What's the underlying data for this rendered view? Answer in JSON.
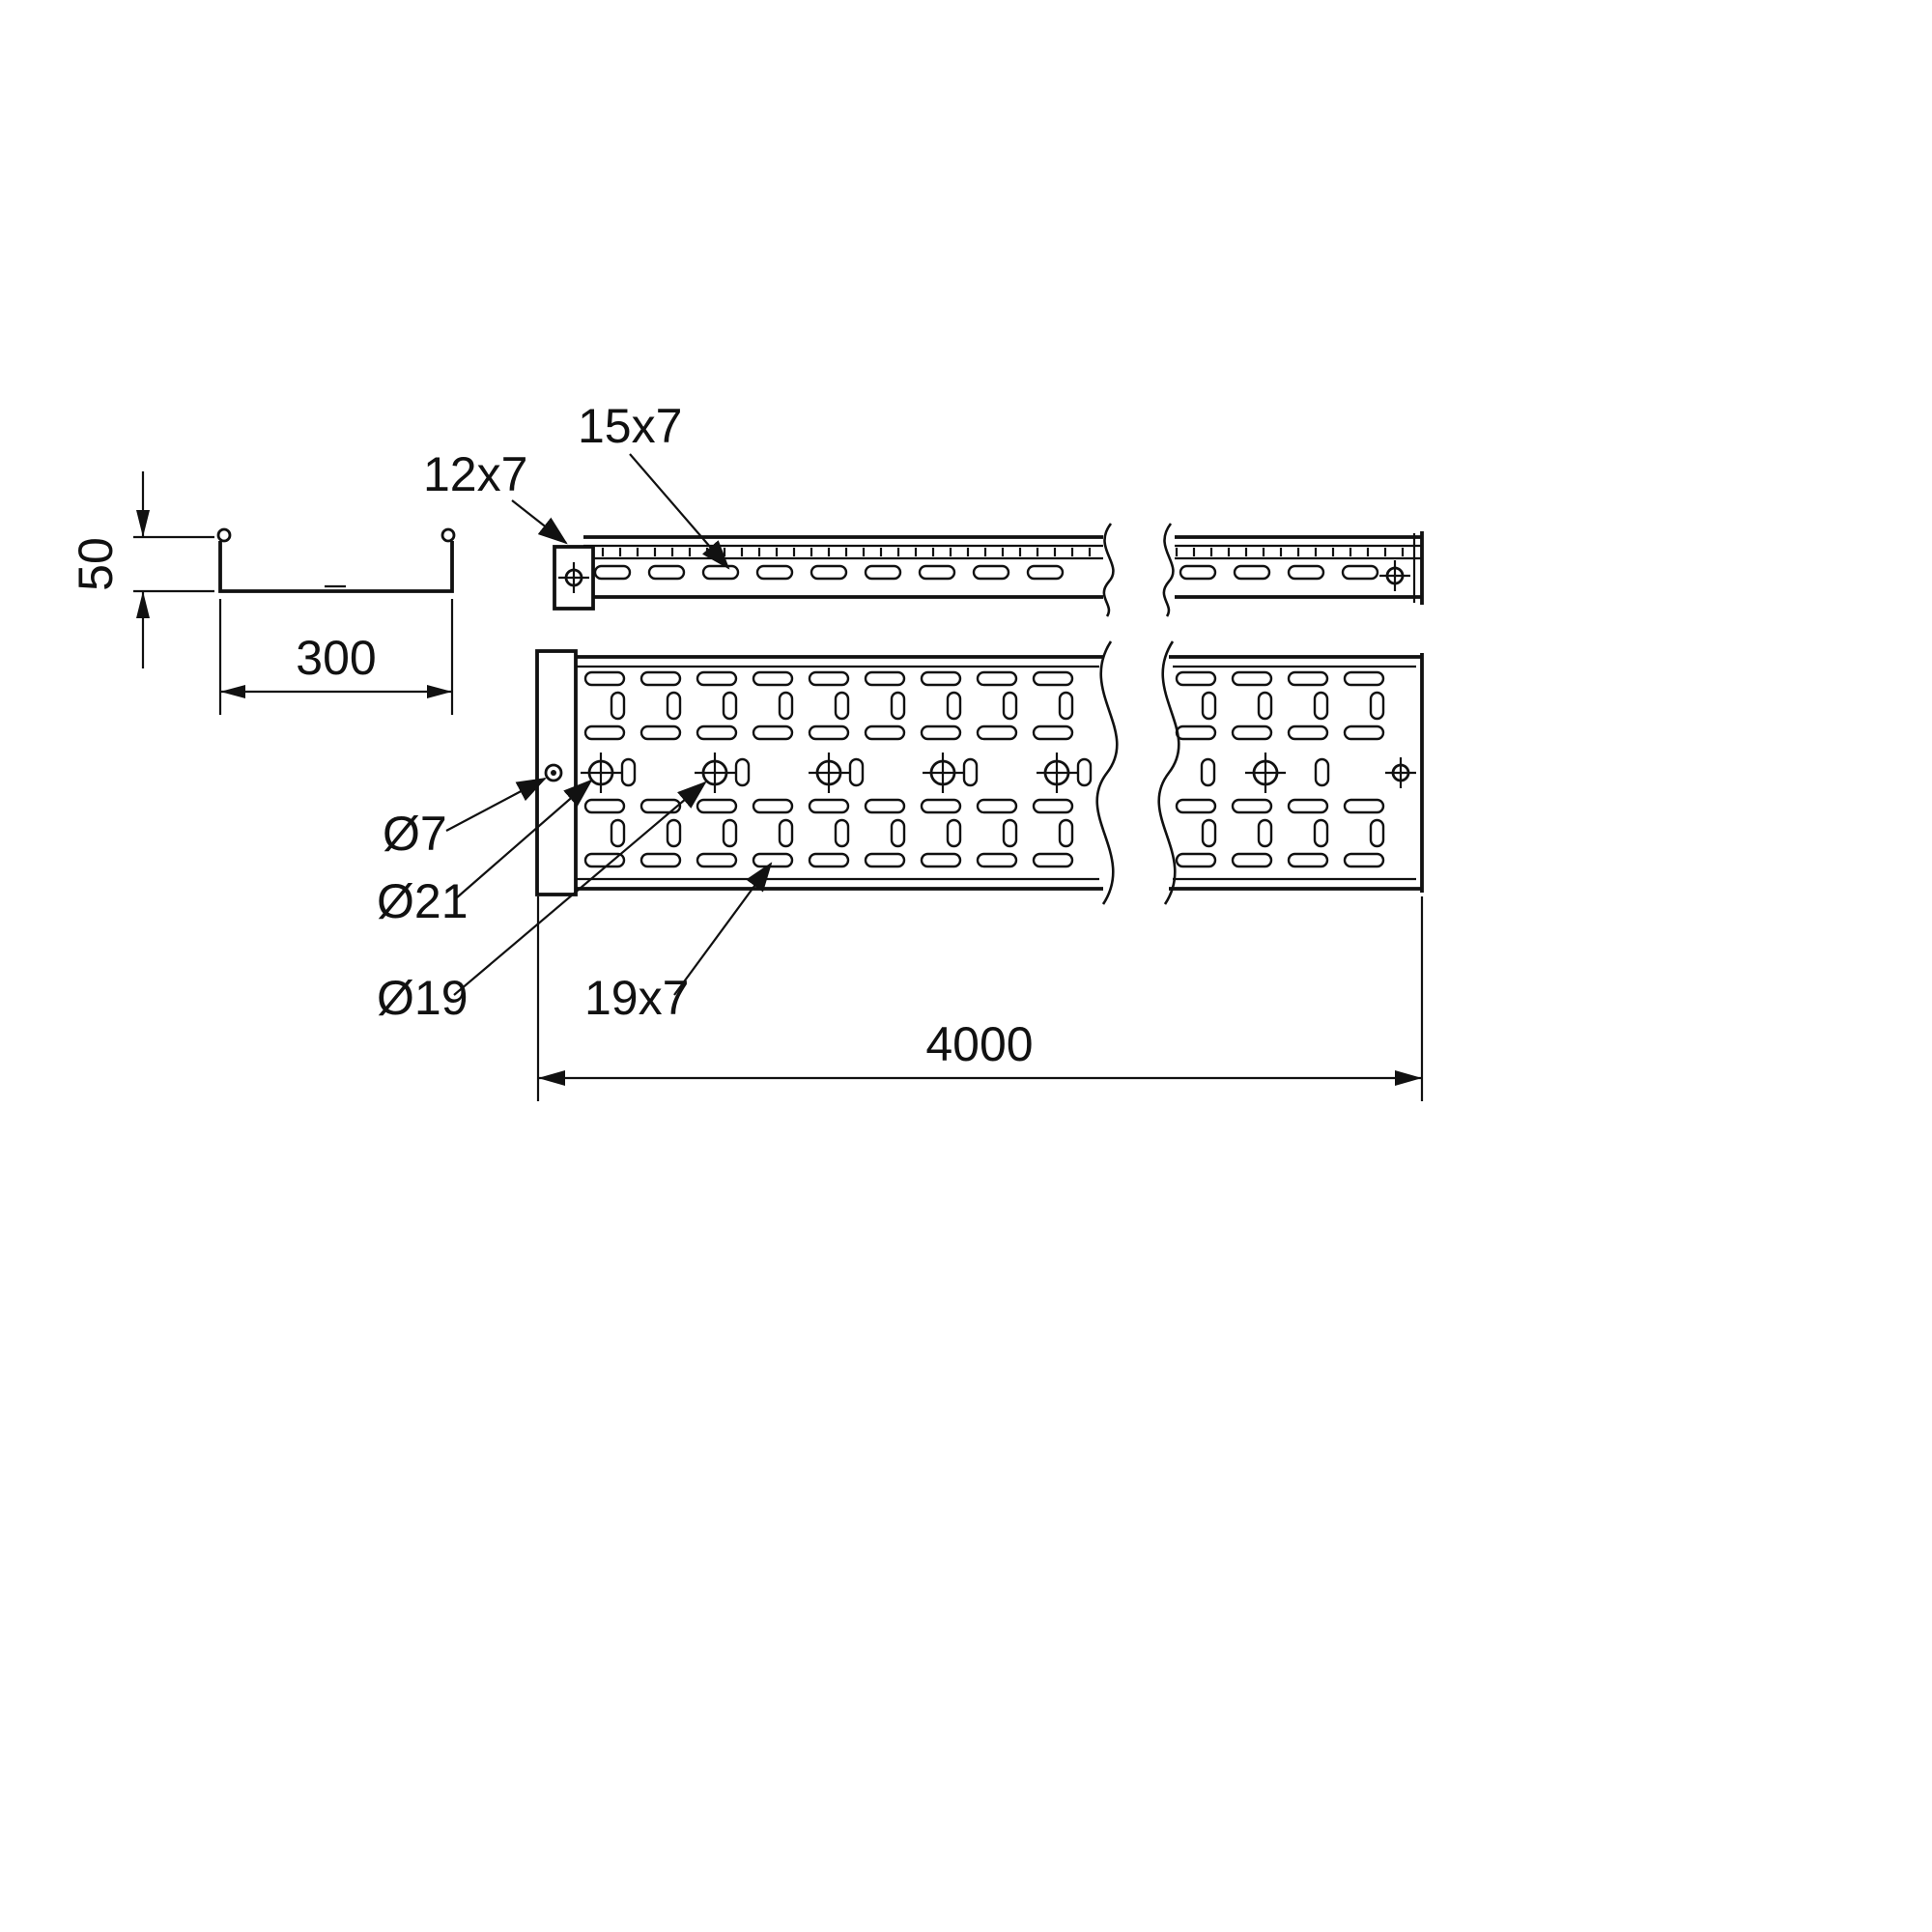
{
  "drawing": {
    "labels": {
      "slot_end": "12x7",
      "slot_side": "15x7",
      "dia_small": "Ø7",
      "dia_large": "Ø21",
      "dia_mid": "Ø19",
      "slot_tray": "19x7"
    },
    "dimensions": {
      "height": "50",
      "width": "300",
      "length": "4000"
    }
  }
}
